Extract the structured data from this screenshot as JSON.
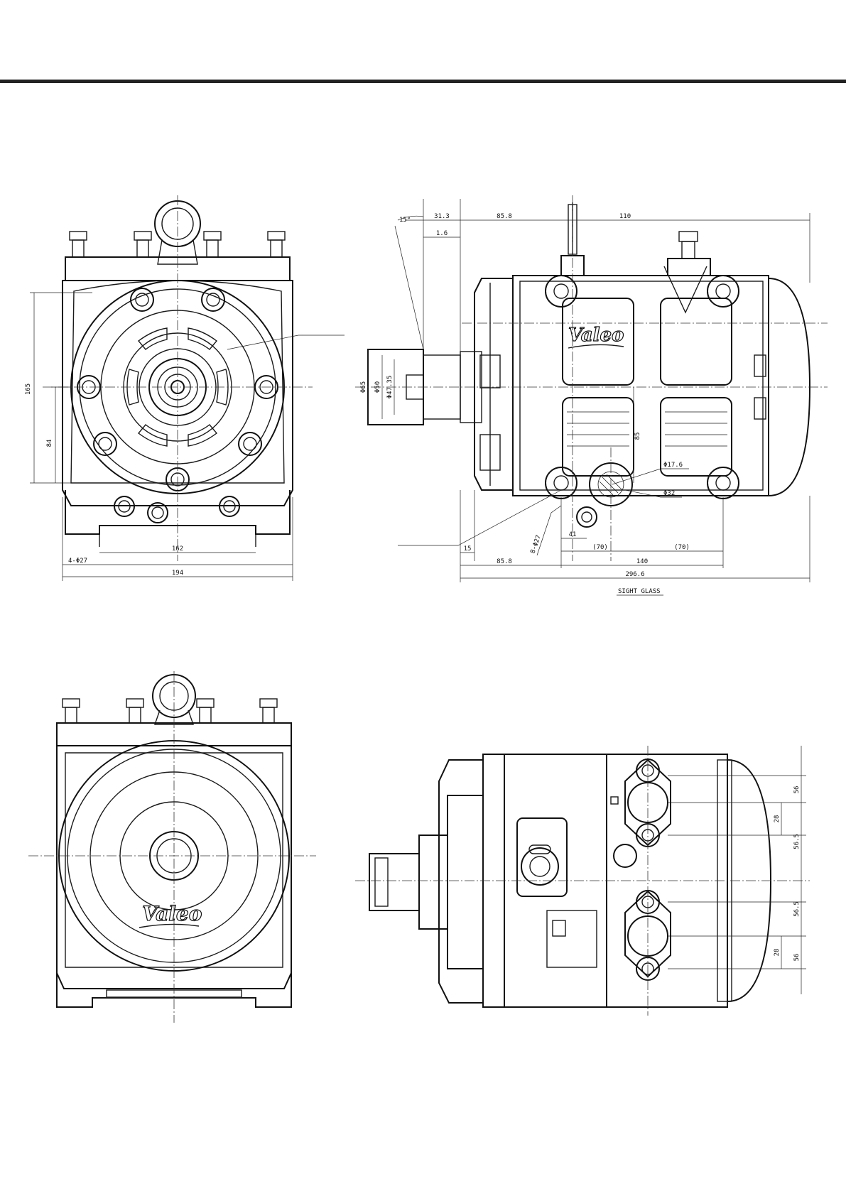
{
  "brand": "Valeo",
  "views": {
    "front": {
      "dims": {
        "height_total": "165",
        "height_center": "84",
        "mount_span": "162",
        "holes": "4-Φ27",
        "width_total": "194"
      }
    },
    "side": {
      "dims": {
        "angle": "15°",
        "d1": "31.3",
        "d2": "85.8",
        "d3": "110",
        "d4": "1.6",
        "phi65": "Φ65",
        "phi50": "Φ50",
        "phi4735": "Φ47.35",
        "h85": "85",
        "phi176": "Φ17.6",
        "phi32": "Φ32",
        "d15": "15",
        "holes": "8-Φ27",
        "d41": "41",
        "d70a": "(70)",
        "d70b": "(70)",
        "d858b": "85.8",
        "d140": "140",
        "d2966": "296.6",
        "sight_glass": "SIGHT GLASS"
      }
    },
    "bottom": {
      "dims": {
        "a56": "56",
        "a28": "28",
        "a565": "56.5",
        "b565": "56.5",
        "b56": "56",
        "b28": "28"
      }
    }
  }
}
